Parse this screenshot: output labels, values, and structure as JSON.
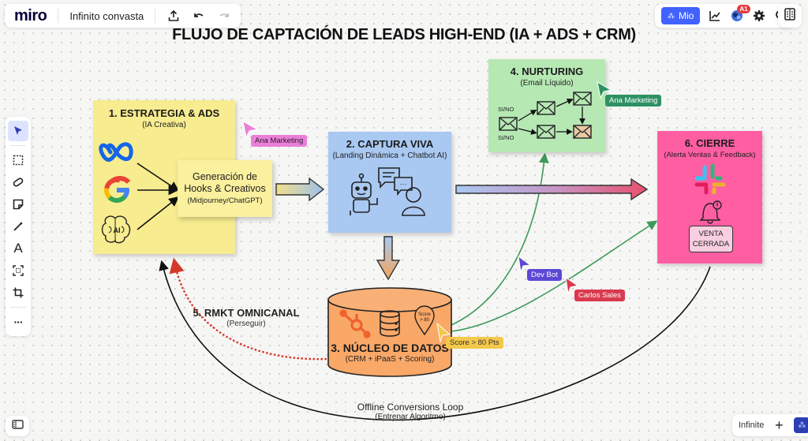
{
  "app": {
    "logo": "miro",
    "board_name": "Infinito convasta",
    "toolbar_icons": [
      "upload-icon",
      "undo-icon",
      "redo-icon"
    ],
    "mio_button": "Mio",
    "collaborator_badge": "A1",
    "right_icons": [
      "analytics-icon",
      "collaborators-icon",
      "settings-icon",
      "search-icon",
      "panel-icon"
    ],
    "zoom_mode": "Infinite",
    "colors": {
      "accent": "#4262ff",
      "ai_button": "#2d3eb3"
    }
  },
  "left_toolbar": {
    "tools": [
      "select",
      "frame",
      "eraser",
      "sticky-note",
      "pen",
      "text",
      "shapes",
      "crop",
      "more"
    ],
    "active_tool": "select",
    "more_label": "···"
  },
  "diagram": {
    "title": "FLUJO DE CAPTACIÓN DE LEADS HIGH-END (IA + ADS + CRM)",
    "estrategia": {
      "title": "1. ESTRATEGIA & ADS",
      "subtitle": "(IA Creativa)",
      "sources": [
        "Meta",
        "Google",
        "AI"
      ],
      "generacion_title_1": "Generación de",
      "generacion_title_2": "Hooks & Creativos",
      "generacion_sub": "(Midjourney/ChatGPT)",
      "ai_brain_label": "AI",
      "color": "#f7ec8f"
    },
    "captura": {
      "title": "2. CAPTURA VIVA",
      "subtitle": "(Landing Dinámica + Chatbot AI)",
      "color": "#a9c8f2"
    },
    "nucleo": {
      "title": "3. NÚCLEO DE DATOS",
      "subtitle": "(CRM + iPaaS + Scoring)",
      "score_pin_1": "Score",
      "score_pin_2": "> 80",
      "color": "#f9a868"
    },
    "nurturing": {
      "title": "4. NURTURING",
      "subtitle": "(Email Líquido)",
      "branch_label_top": "SI/NO",
      "branch_label_bottom": "SI/NO",
      "color": "#b6e8b4"
    },
    "rmkt": {
      "title": "5. RMKT OMNICANAL",
      "subtitle": "(Perseguir)"
    },
    "cierre": {
      "title": "6. CIERRE",
      "subtitle": "(Alerta Ventas & Feedback)",
      "venta_1": "VENTA",
      "venta_2": "CERRADA",
      "color": "#ff5ea3"
    },
    "loop": {
      "title": "Offline Conversions Loop",
      "subtitle": "(Entrenar Algoritmo)"
    }
  },
  "cursors": [
    {
      "name": "Ana Marketing",
      "color": "#ea7fd8"
    },
    {
      "name": "Ana Marketing",
      "color": "#2e9163"
    },
    {
      "name": "Dev Bot",
      "color": "#5b48d6"
    },
    {
      "name": "Carlos Sales",
      "color": "#d93a4f"
    },
    {
      "name": "Score > 80 Pts",
      "color": "#f4c84a"
    }
  ]
}
